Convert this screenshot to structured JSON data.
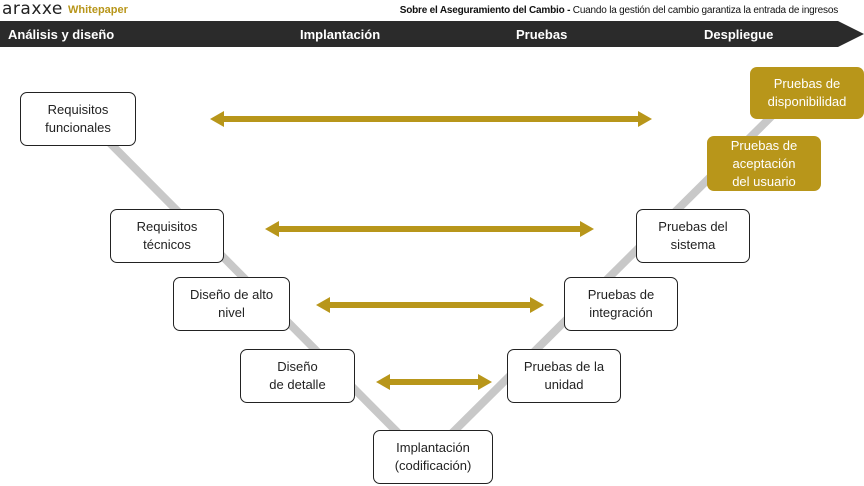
{
  "header": {
    "logo": "araxxe",
    "logo_sub": "Whitepaper",
    "title_bold": "Sobre el Aseguramiento del Cambio -",
    "title_rest": " Cuando la gestión del cambio garantiza la entrada de ingresos"
  },
  "phases": [
    "Análisis y diseño",
    "Implantación",
    "Pruebas",
    "Despliegue"
  ],
  "left_boxes": [
    "Requisitos\nfuncionales",
    "Requisitos\ntécnicos",
    "Diseño de alto\nnivel",
    "Diseño\nde detalle"
  ],
  "bottom_box": "Implantación\n(codificación)",
  "right_boxes": [
    "Pruebas de la\nunidad",
    "Pruebas de\nintegración",
    "Pruebas del\nsistema"
  ],
  "gold_boxes": [
    "Pruebas de\naceptación\ndel usuario",
    "Pruebas de\ndisponibilidad"
  ],
  "colors": {
    "gold": "#b8961a",
    "bar": "#2b2b2b",
    "line": "#c8c8c8"
  }
}
